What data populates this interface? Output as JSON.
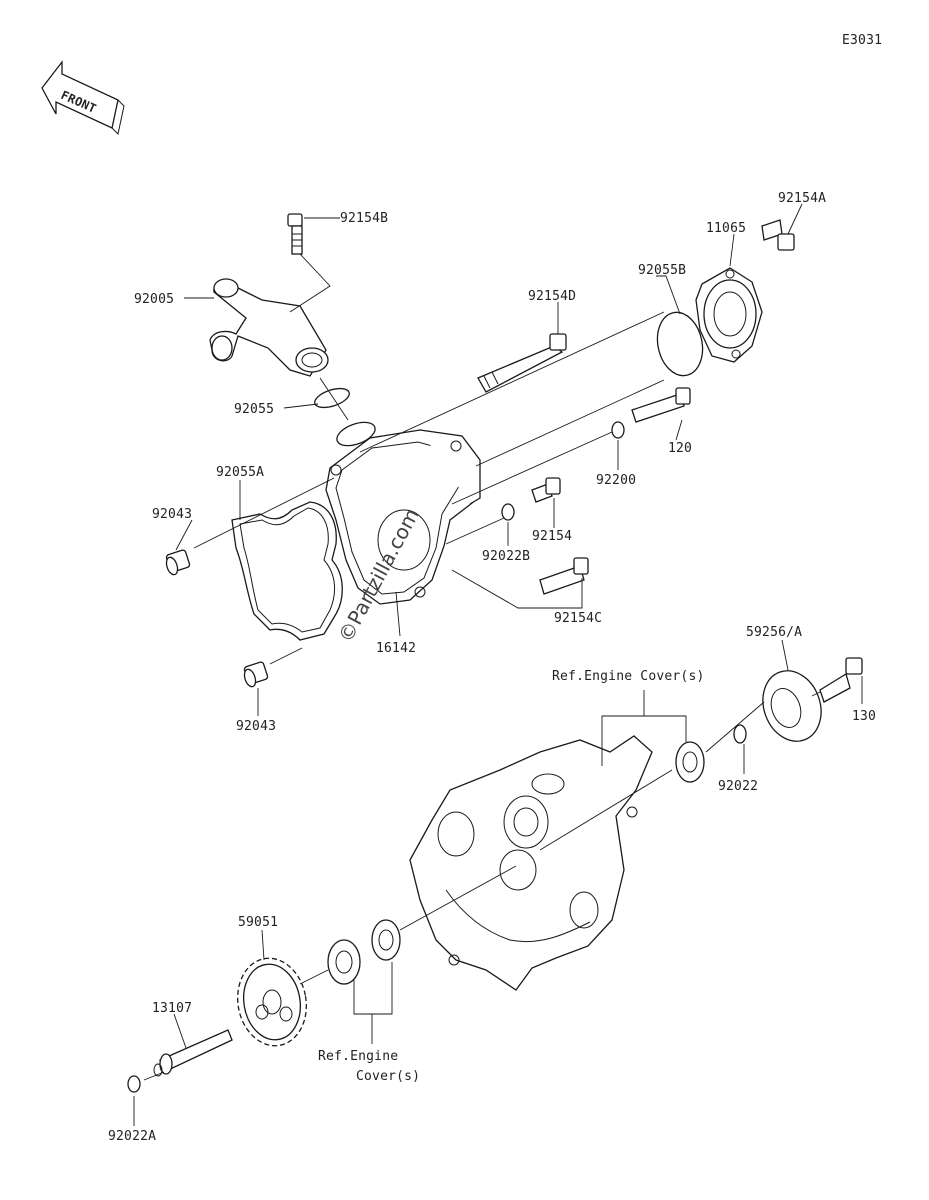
{
  "diagram_code": "E3031",
  "front_label": "FRONT",
  "watermark": "©Partzilla.com",
  "parts": [
    {
      "id": "p92154B",
      "label": "92154B"
    },
    {
      "id": "p92005",
      "label": "92005"
    },
    {
      "id": "p92055",
      "label": "92055"
    },
    {
      "id": "p92154A",
      "label": "92154A"
    },
    {
      "id": "p11065",
      "label": "11065"
    },
    {
      "id": "p92055B",
      "label": "92055B"
    },
    {
      "id": "p92154D",
      "label": "92154D"
    },
    {
      "id": "p120",
      "label": "120"
    },
    {
      "id": "p92200",
      "label": "92200"
    },
    {
      "id": "p92154",
      "label": "92154"
    },
    {
      "id": "p92022B",
      "label": "92022B"
    },
    {
      "id": "p92154C",
      "label": "92154C"
    },
    {
      "id": "p92055A",
      "label": "92055A"
    },
    {
      "id": "p92043a",
      "label": "92043"
    },
    {
      "id": "p16142",
      "label": "16142"
    },
    {
      "id": "p92043b",
      "label": "92043"
    },
    {
      "id": "p59256A",
      "label": "59256/A"
    },
    {
      "id": "p130",
      "label": "130"
    },
    {
      "id": "p92022",
      "label": "92022"
    },
    {
      "id": "p59051",
      "label": "59051"
    },
    {
      "id": "p13107",
      "label": "13107"
    },
    {
      "id": "p92022A",
      "label": "92022A"
    }
  ],
  "references": {
    "ref_top": "Ref.Engine Cover(s)",
    "ref_bottom_line1": "Ref.Engine",
    "ref_bottom_line2": "Cover(s)"
  }
}
